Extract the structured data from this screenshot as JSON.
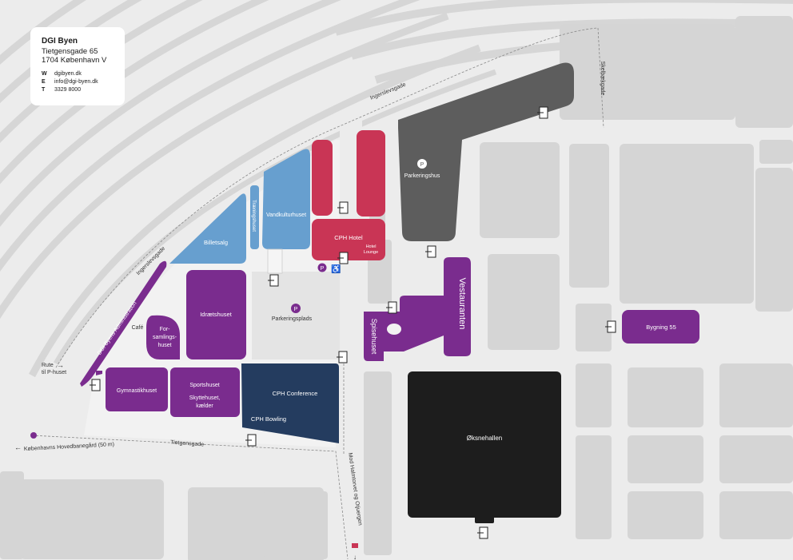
{
  "info": {
    "name": "DGI Byen",
    "address_line1": "Tietgensgade 65",
    "address_line2": "1704 København V",
    "web_key": "W",
    "web": "dgibyen.dk",
    "email_key": "E",
    "email": "info@dgi-byen.dk",
    "phone_key": "T",
    "phone": "3329 8000"
  },
  "streets": {
    "ingerslevsgade_north": "Ingerslevsgade",
    "ingerslevsgade_west": "Ingerslevsgade",
    "skelbaekgade": "Skelbækgade",
    "tietgensgade": "Tietgensgade",
    "mod_halmtorvet_1": "Mod Halmtorvet  og Otjuergen",
    "to_station": "Københavns Hovedbanegård (50 m)",
    "route_line1": "Rute",
    "route_line2": "til P-huset"
  },
  "buildings": {
    "billetsalg": "Billetsalg",
    "traeningshuset": "Træningshuset",
    "vandkulturhuset": "Vandkulturhuset",
    "cph_hotel": "CPH Hotel",
    "hotel_lounge_1": "Hotel",
    "hotel_lounge_2": "Lounge",
    "parkeringshus": "Parkeringshus",
    "administration": "DGI Byens Administration",
    "idraetshuset": "Idrætshuset",
    "parkeringsplads": "Parkeringsplads",
    "cafe": "Café",
    "forsamlingshuset_1": "For-",
    "forsamlingshuset_2": "samlings-",
    "forsamlingshuset_3": "huset",
    "gymnastikhuset": "Gymnastikhuset",
    "sportshuset": "Sportshuset",
    "skyttehuset_1": "Skyttehuset,",
    "skyttehuset_2": "kælder",
    "cph_conference": "CPH Conference",
    "cph_bowling": "CPH Bowling",
    "vesterauranten": "Vestauranten",
    "spisehuset": "Spisehuset",
    "bygning55": "Bygning 55",
    "oksnehallen": "Øksnehallen",
    "parking_marker": "P"
  },
  "colors": {
    "background": "#ececec",
    "block": "#d5d5d5",
    "purple": "#7a2c8e",
    "red": "#c93555",
    "blue": "#679fcf",
    "navy": "#243c5f",
    "dark_grey": "#5d5d5d",
    "black": "#1d1d1d",
    "white": "#ffffff"
  }
}
